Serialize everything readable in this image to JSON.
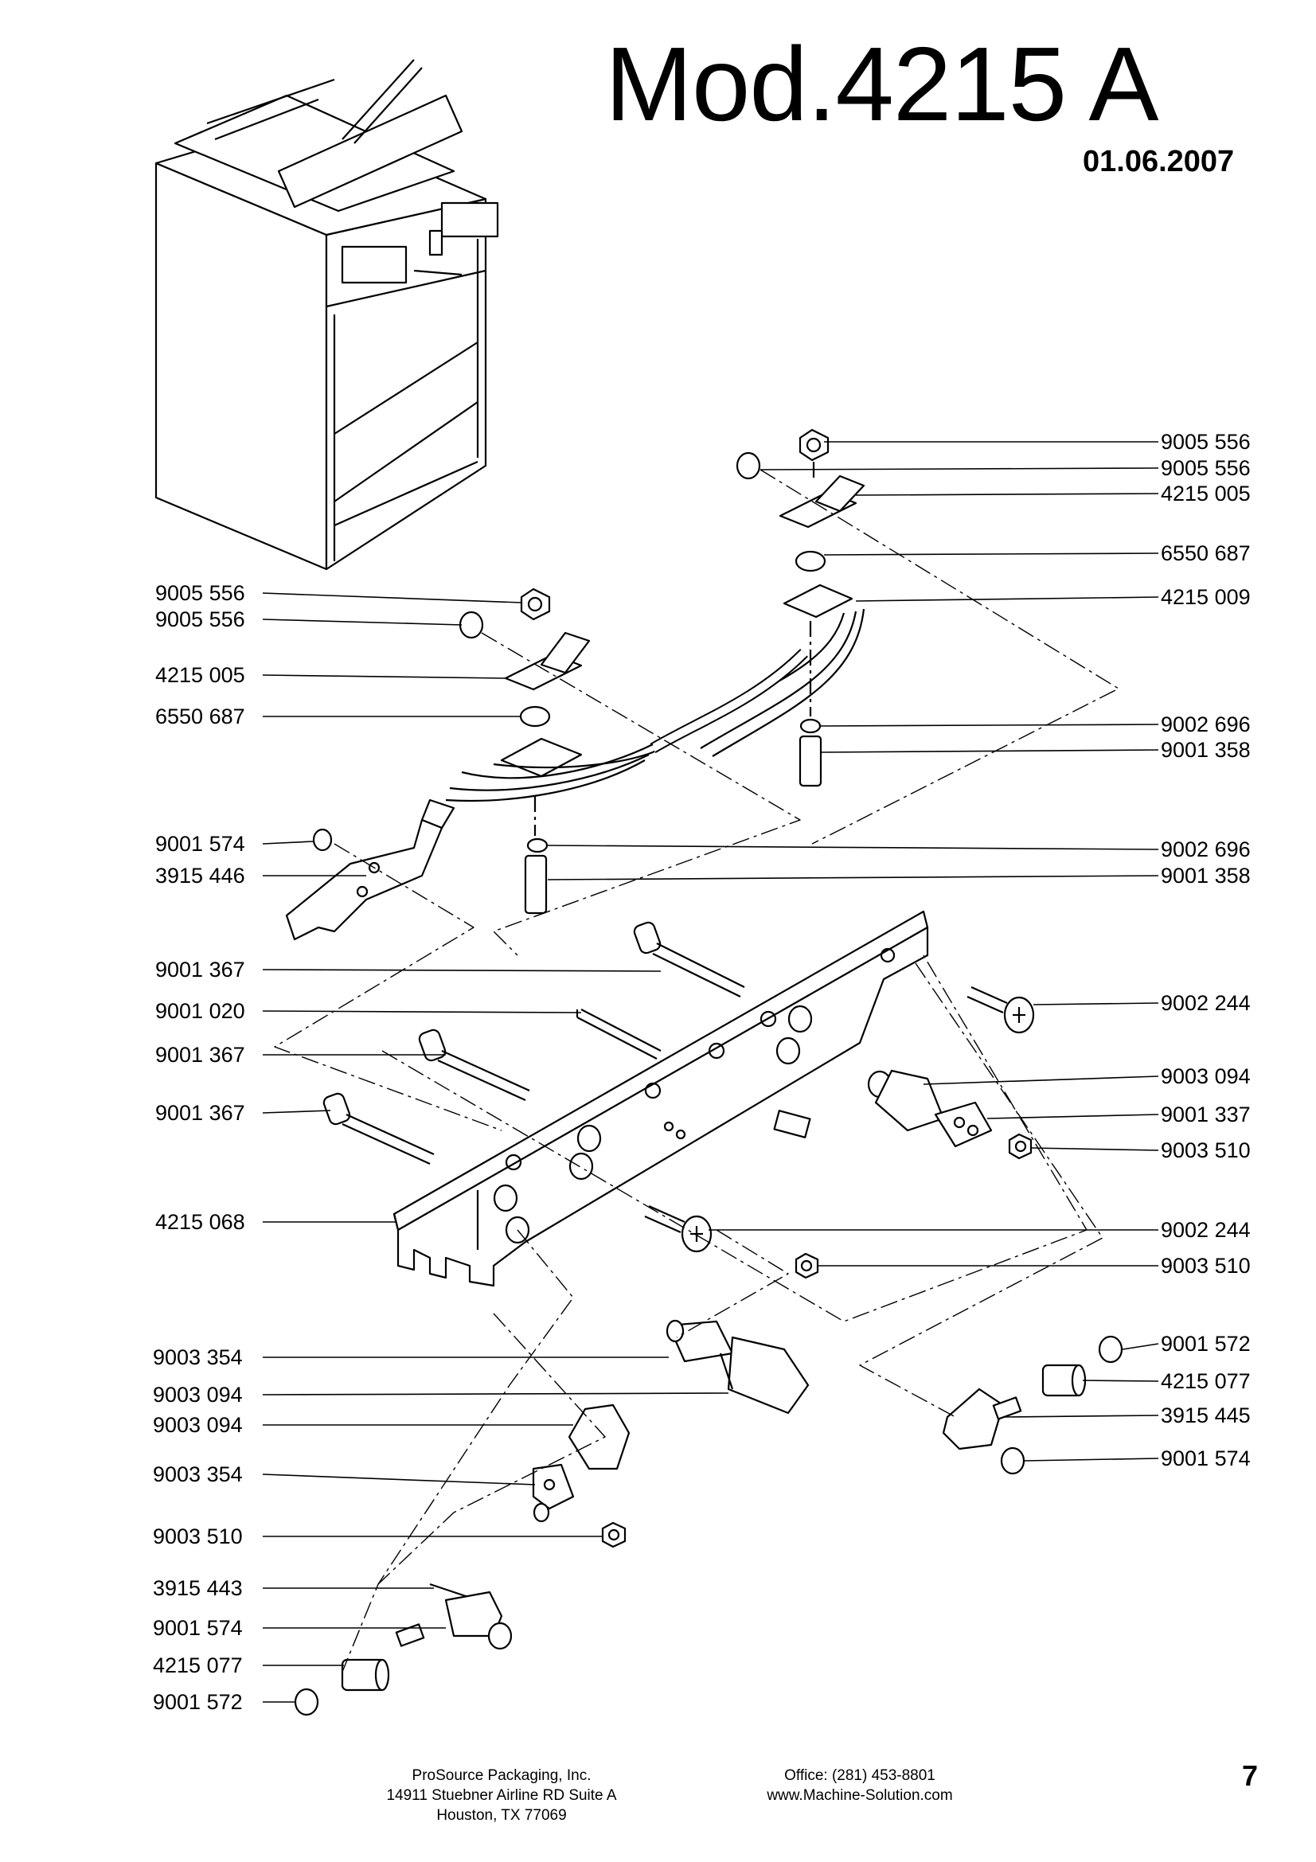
{
  "header": {
    "title": "Mod.4215  A",
    "date": "01.06.2007"
  },
  "page_number": "7",
  "footer": {
    "company": "ProSource Packaging, Inc.",
    "address": "14911 Stuebner Airline RD Suite A",
    "city": "Houston, TX 77069",
    "office": "Office: (281) 453-8801",
    "website": "www.Machine-Solution.com"
  },
  "part_labels": {
    "left": [
      "9005 556",
      "9005 556",
      "4215 005",
      "6550 687",
      "9001 574",
      "3915 446",
      "9001 367",
      "9001 020",
      "9001 367",
      "9001 367",
      "4215 068",
      "9003 354",
      "9003 094",
      "9003 094",
      "9003 354",
      "9003 510",
      "3915 443",
      "9001 574",
      "4215 077",
      "9001 572"
    ],
    "right": [
      "9005 556",
      "9005 556",
      "4215 005",
      "6550 687",
      "4215 009",
      "9002 696",
      "9001 358",
      "9002 696",
      "9001 358",
      "9002 244",
      "9003 094",
      "9001 337",
      "9003 510",
      "9002 244",
      "9003 510",
      "9001 572",
      "4215 077",
      "3915 445",
      "9001 574"
    ]
  }
}
